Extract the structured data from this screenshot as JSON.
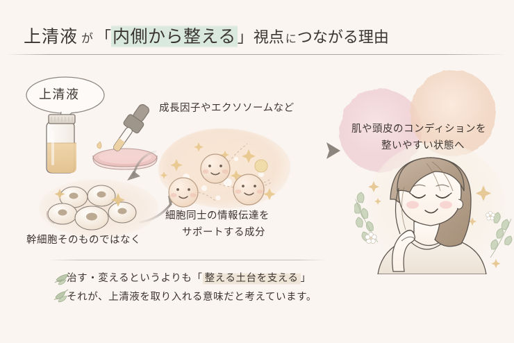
{
  "page": {
    "background_color": "#faf5f1",
    "text_color": "#3c352f"
  },
  "header": {
    "title_segments": {
      "lead": "上清液",
      "particle": "が",
      "quote_open": "「",
      "highlight": "内側から整える",
      "quote_close": "」",
      "mid": "視点",
      "small": "に",
      "tail": "つながる理由"
    },
    "title_full": "上清液 が「内側から整える」視点につながる理由",
    "highlight_color": "#d8e8dd"
  },
  "diagram": {
    "bubble_label": "上清液",
    "caption_supernatant_items": "成長因子やエクソソームなど",
    "caption_not_stem_cells": "幹細胞そのものではなく",
    "caption_support_line1": "細胞同士の情報伝達を",
    "caption_support_line2": "サポートする成分",
    "caption_result_line1": "肌や頭皮のコンディションを",
    "caption_result_line2": "整いやすい状態へ",
    "icons": {
      "bottle": "supernatant-bottle-icon",
      "dropper": "pipette-dropper-icon",
      "dish": "petri-dish-icon",
      "stem_cells": "stem-cell-cluster-icon",
      "smiling_cells": "smiling-cell-cluster-icon",
      "woman": "smiling-woman-illustration",
      "arrow_right": "arrow-right-icon",
      "arrow_down_left": "curved-arrow-down-left-icon",
      "arrow_up_right": "curved-arrow-up-right-icon",
      "sparkle": "sparkle-icon",
      "leaf": "leaf-sprig-icon"
    },
    "colors": {
      "liquid": "#e8c99a",
      "dish": "#eec9c4",
      "cell_body": "#f3dcc9",
      "blob_pink": "#f0d2d6",
      "blob_peach": "#f4dbc9",
      "arrow_gray": "#9a948d",
      "leaf_green": "#b6c2a8"
    }
  },
  "footer": {
    "line1_pre": "治す・変えるというよりも",
    "line1_quote_open": "「",
    "line1_highlight": "整える土台を支える",
    "line1_quote_close": "」",
    "line2": "それが、上清液を取り入れる意味だと考えています。",
    "highlight_color": "#eee4d6"
  }
}
